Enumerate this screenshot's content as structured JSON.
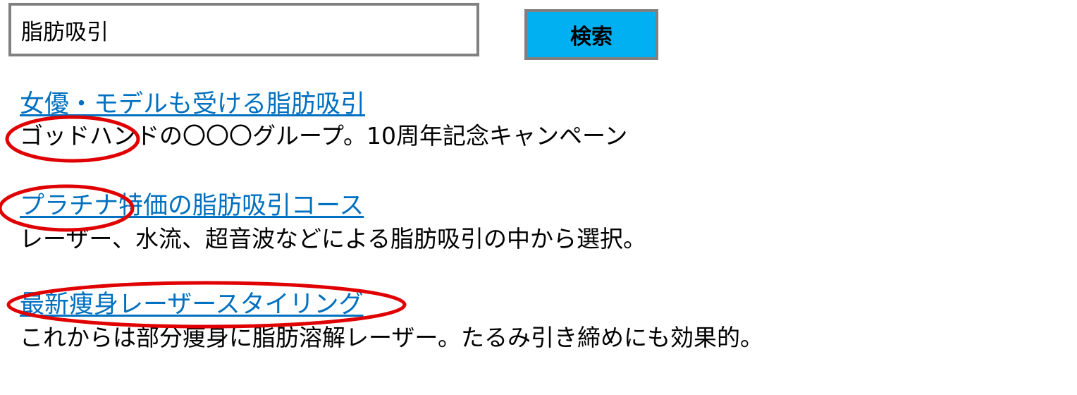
{
  "search": {
    "query": "脂肪吸引",
    "button_label": "検索"
  },
  "results": [
    {
      "title": "女優・モデルも受ける脂肪吸引",
      "description": "ゴッドハンドの〇〇〇グループ。10周年記念キャンペーン"
    },
    {
      "title": "プラチナ特価の脂肪吸引コース",
      "description": "レーザー、水流、超音波などによる脂肪吸引の中から選択。"
    },
    {
      "title": "最新痩身レーザースタイリング",
      "description": "これからは部分痩身に脂肪溶解レーザー。たるみ引き締めにも効果的。"
    }
  ],
  "colors": {
    "link": "#0070c0",
    "button_bg": "#00b0f0",
    "border": "#808080",
    "highlight": "#e00000"
  }
}
